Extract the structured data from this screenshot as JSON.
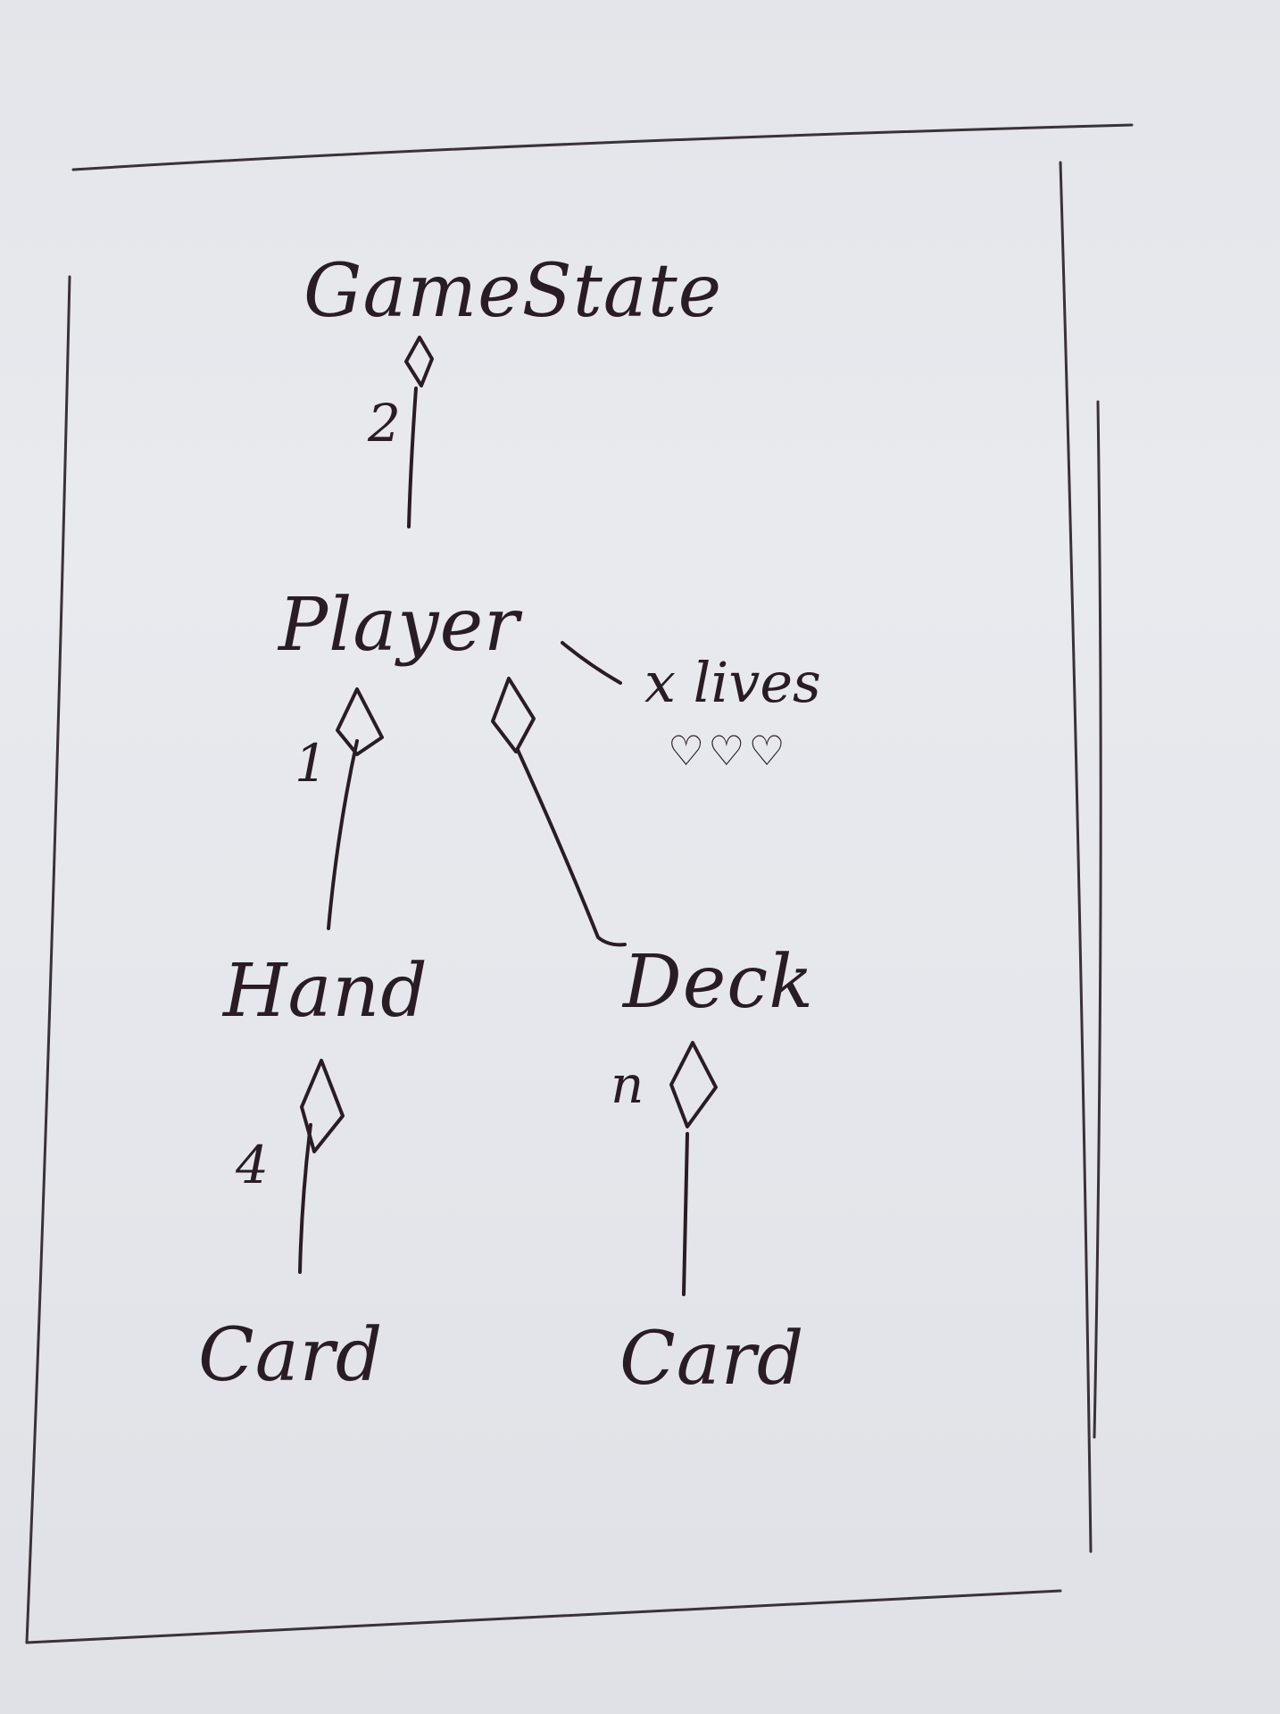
{
  "diagram": {
    "nodes": {
      "gamestate": "GameState",
      "player": "Player",
      "hand": "Hand",
      "deck": "Deck",
      "card_hand": "Card",
      "card_deck": "Card"
    },
    "edges": [
      {
        "from": "player",
        "to": "gamestate",
        "relation": "aggregation",
        "multiplicity": "2"
      },
      {
        "from": "hand",
        "to": "player",
        "relation": "aggregation",
        "multiplicity": "1"
      },
      {
        "from": "deck",
        "to": "player",
        "relation": "aggregation",
        "multiplicity": ""
      },
      {
        "from": "card_hand",
        "to": "hand",
        "relation": "aggregation",
        "multiplicity": "4"
      },
      {
        "from": "card_deck",
        "to": "deck",
        "relation": "aggregation",
        "multiplicity": "n"
      }
    ],
    "multiplicities": {
      "gamestate_player": "2",
      "player_hand": "1",
      "hand_card": "4",
      "deck_card": "n"
    },
    "player_note": "x lives",
    "hearts": "♡♡♡",
    "ink_color": "#2a1c24",
    "paper_color": "#e5e7ec"
  }
}
